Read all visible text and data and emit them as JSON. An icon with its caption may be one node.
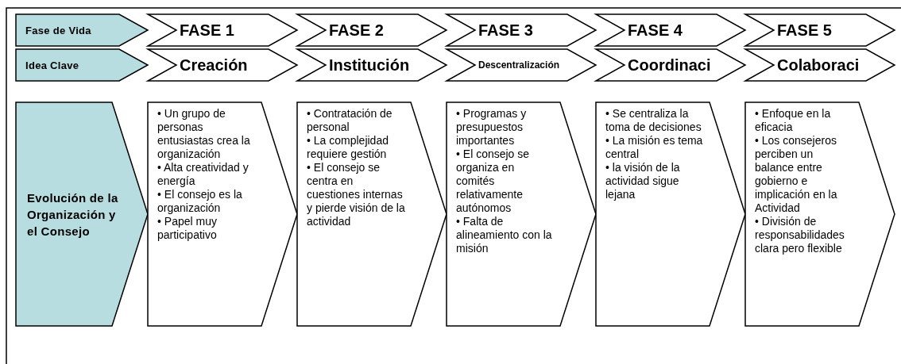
{
  "diagram": {
    "nodes": [
      {
        "text": [
          "Fase de Vida"
        ]
      },
      {
        "text": [
          "FASE 1"
        ]
      },
      {
        "text": [
          "FASE 2"
        ]
      },
      {
        "text": [
          "FASE 3"
        ]
      },
      {
        "text": [
          "FASE 4"
        ]
      },
      {
        "text": [
          "FASE 5"
        ]
      },
      {
        "text": [
          "Idea Clave"
        ]
      },
      {
        "text": [
          "Creación"
        ]
      },
      {
        "text": [
          "Institución"
        ]
      },
      {
        "text": [
          "Descentralización"
        ]
      },
      {
        "text": [
          "Coordinaci"
        ]
      },
      {
        "text": [
          "Colaboraci"
        ]
      },
      {
        "text": [
          "Evolución de la Organización y el Consejo"
        ]
      },
      {
        "text": [
          "• Un grupo de personas entusiastas crea la organización",
          "• Alta creatividad y energía",
          "• El consejo es la organización",
          "• Papel muy participativo"
        ]
      },
      {
        "text": [
          "• Contratación de personal",
          "• La complejidad requiere gestión",
          "• El consejo se centra en cuestiones internas y pierde visión de la actividad"
        ]
      },
      {
        "text": [
          "• Programas y presupuestos importantes",
          "• El consejo se organiza en comités relativamente autónomos",
          "• Falta de alineamiento con la misión"
        ]
      },
      {
        "text": [
          "• Se centraliza la toma de decisiones",
          "• La misión es tema central",
          "• la visión de la actividad sigue lejana"
        ]
      },
      {
        "text": [
          "• Enfoque en la eficacia",
          "• Los consejeros perciben un balance entre gobierno e implicación en la Actividad",
          "• División de responsabilidades clara pero flexible"
        ]
      }
    ]
  }
}
